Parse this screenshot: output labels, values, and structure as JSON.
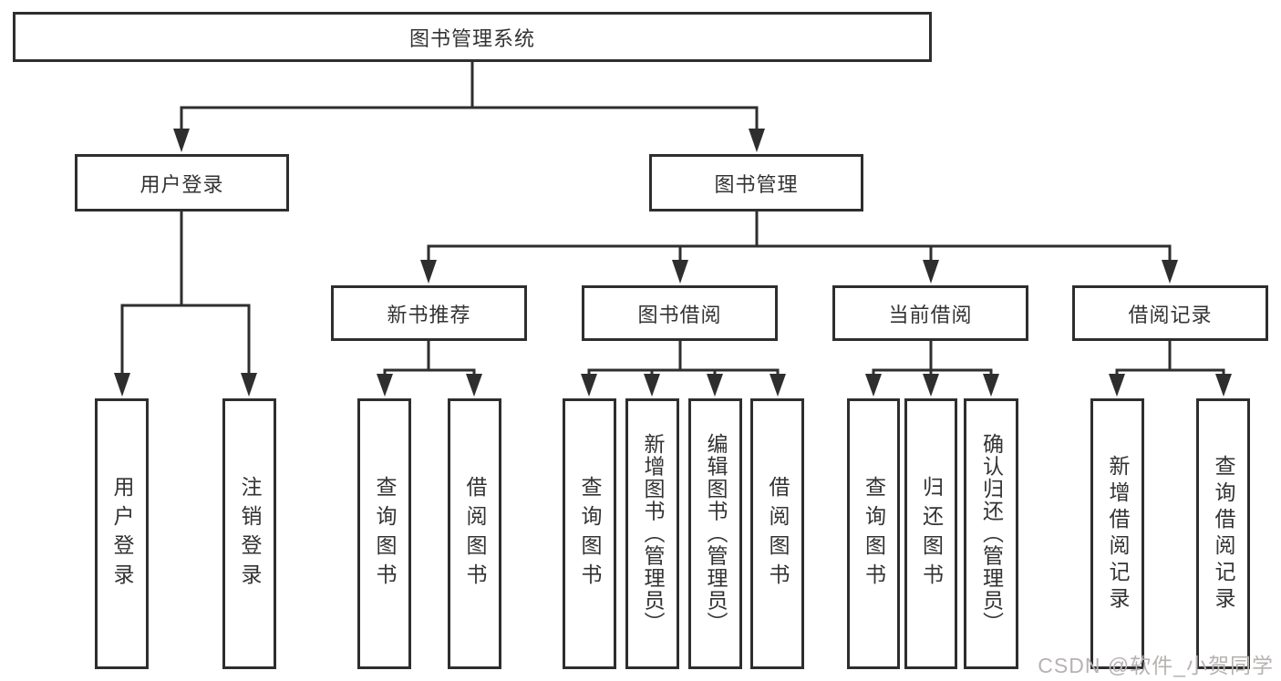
{
  "diagram": {
    "title": "图书管理系统",
    "watermark": "CSDN @软件_小贺同学",
    "colors": {
      "line": "#2e2e2e",
      "text": "#333333",
      "box_background": "#ffffff",
      "watermark_text": "#b7b2b2"
    },
    "nodes": {
      "root": "图书管理系统",
      "user_login": "用户登录",
      "book_mgmt": "图书管理",
      "new_book_rec": "新书推荐",
      "book_borrow": "图书借阅",
      "current_borrow": "当前借阅",
      "borrow_record": "借阅记录",
      "leaf_user_login": "用户登录",
      "leaf_logout": "注销登录",
      "leaf_query_book_a": "查询图书",
      "leaf_borrow_book_a": "借阅图书",
      "leaf_query_book_b": "查询图书",
      "leaf_add_book": "新增图书（管理员）",
      "leaf_edit_book": "编辑图书（管理员）",
      "leaf_borrow_book_b": "借阅图书",
      "leaf_query_book_c": "查询图书",
      "leaf_return_book": "归还图书",
      "leaf_confirm_return": "确认归还（管理员）",
      "leaf_add_record": "新增借阅记录",
      "leaf_query_record": "查询借阅记录"
    },
    "edges": [
      {
        "from": "root",
        "to": [
          "user_login",
          "book_mgmt"
        ]
      },
      {
        "from": "user_login",
        "to": [
          "leaf_user_login",
          "leaf_logout"
        ]
      },
      {
        "from": "book_mgmt",
        "to": [
          "new_book_rec",
          "book_borrow",
          "current_borrow",
          "borrow_record"
        ]
      },
      {
        "from": "new_book_rec",
        "to": [
          "leaf_query_book_a",
          "leaf_borrow_book_a"
        ]
      },
      {
        "from": "book_borrow",
        "to": [
          "leaf_query_book_b",
          "leaf_add_book",
          "leaf_edit_book",
          "leaf_borrow_book_b"
        ]
      },
      {
        "from": "current_borrow",
        "to": [
          "leaf_query_book_c",
          "leaf_return_book",
          "leaf_confirm_return"
        ]
      },
      {
        "from": "borrow_record",
        "to": [
          "leaf_add_record",
          "leaf_query_record"
        ]
      }
    ]
  }
}
